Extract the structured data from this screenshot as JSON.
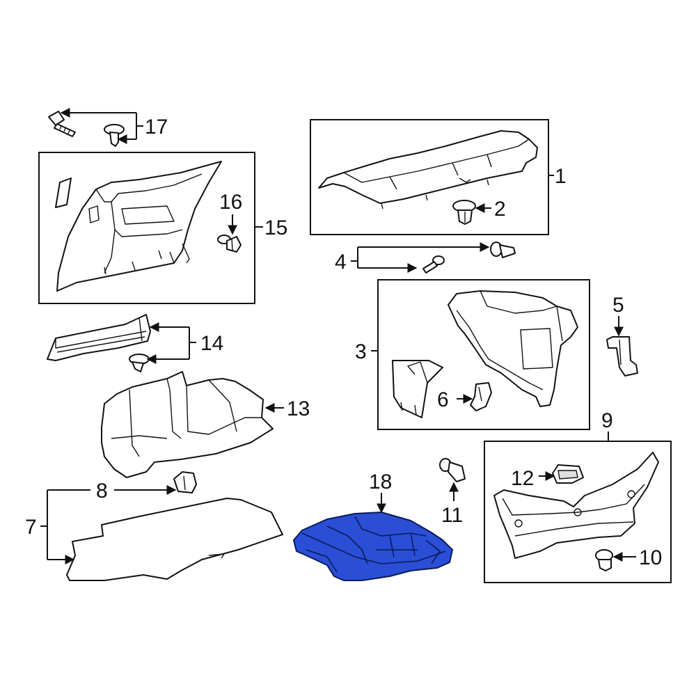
{
  "diagram": {
    "highlight_color": "#2a4fd6",
    "line_color": "#111111",
    "callouts": {
      "c1": "1",
      "c2": "2",
      "c3": "3",
      "c4": "4",
      "c5": "5",
      "c6": "6",
      "c7": "7",
      "c8": "8",
      "c9": "9",
      "c10": "10",
      "c11": "11",
      "c12": "12",
      "c13": "13",
      "c14": "14",
      "c15": "15",
      "c16": "16",
      "c17": "17",
      "c18": "18"
    }
  }
}
